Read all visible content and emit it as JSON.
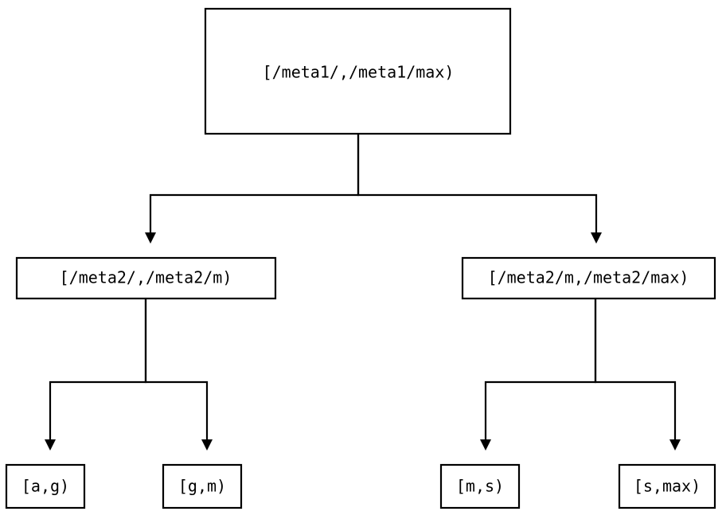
{
  "diagram": {
    "type": "tree",
    "title": "",
    "orientation": "top-down",
    "colors": {
      "background": "#ffffff",
      "node_fill": "#ffffff",
      "node_stroke": "#000000",
      "edge_stroke": "#000000",
      "text": "#000000"
    },
    "levels": [
      {
        "name": "root",
        "nodes": [
          {
            "id": "root",
            "label": "[/meta1/,/meta1/max)"
          }
        ]
      },
      {
        "name": "level-2",
        "nodes": [
          {
            "id": "mid-left",
            "label": "[/meta2/,/meta2/m)"
          },
          {
            "id": "mid-right",
            "label": "[/meta2/m,/meta2/max)"
          }
        ]
      },
      {
        "name": "leaves",
        "nodes": [
          {
            "id": "leaf-a-g",
            "label": "[a,g)"
          },
          {
            "id": "leaf-g-m",
            "label": "[g,m)"
          },
          {
            "id": "leaf-m-s",
            "label": "[m,s)"
          },
          {
            "id": "leaf-s-max",
            "label": "[s,max)"
          }
        ]
      }
    ],
    "edges": [
      {
        "from": "root",
        "to": "mid-left",
        "arrow": "down-triangle"
      },
      {
        "from": "root",
        "to": "mid-right",
        "arrow": "down-triangle"
      },
      {
        "from": "mid-left",
        "to": "leaf-a-g",
        "arrow": "down-triangle"
      },
      {
        "from": "mid-left",
        "to": "leaf-g-m",
        "arrow": "down-triangle"
      },
      {
        "from": "mid-right",
        "to": "leaf-m-s",
        "arrow": "down-triangle"
      },
      {
        "from": "mid-right",
        "to": "leaf-s-max",
        "arrow": "down-triangle"
      }
    ]
  }
}
